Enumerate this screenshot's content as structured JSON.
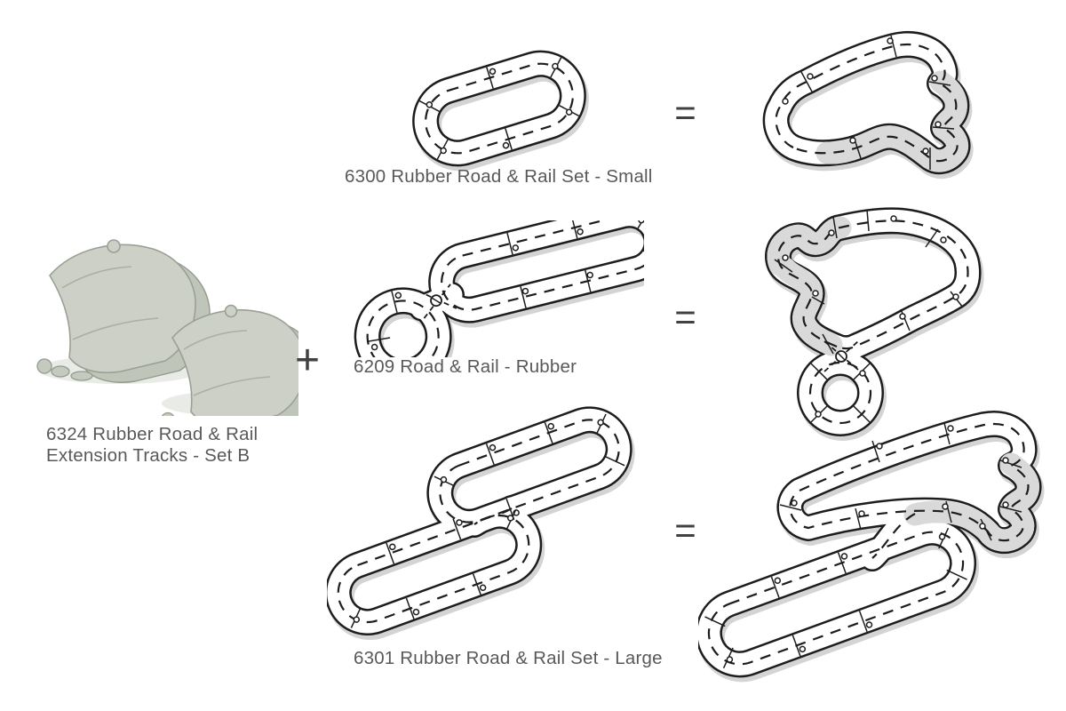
{
  "page": {
    "background": "#ffffff"
  },
  "colors": {
    "text": "#58595b",
    "operator": "#414042",
    "track_outline": "#1d1d1f",
    "track_surface": "#ffffff",
    "added_piece_fill": "#d9d9d9",
    "product_piece_fill": "#ccd0c6"
  },
  "equation": {
    "plus": "+",
    "equals": "="
  },
  "product": {
    "label_line1": "6324 Rubber Road & Rail",
    "label_line2": "Extension Tracks - Set B"
  },
  "sets": [
    {
      "label": "6300 Rubber Road & Rail Set - Small"
    },
    {
      "label": "6209 Road & Rail - Rubber"
    },
    {
      "label": "6301 Rubber Road & Rail Set - Large"
    }
  ]
}
